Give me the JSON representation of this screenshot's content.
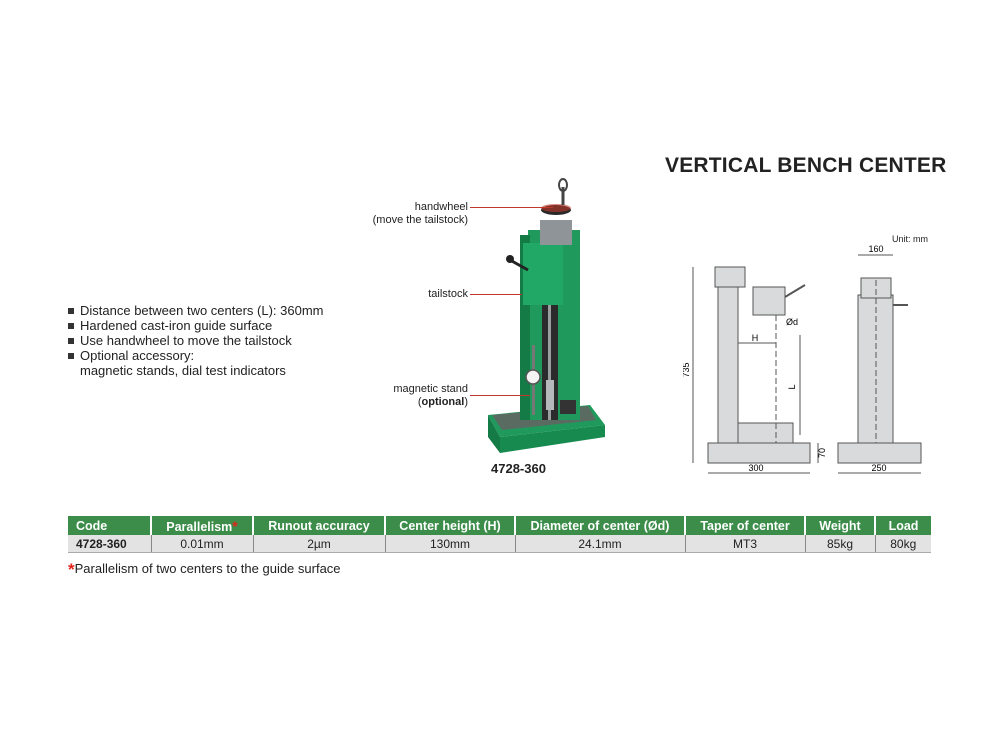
{
  "title": "VERTICAL BENCH CENTER",
  "features": [
    "Distance between two centers (L): 360mm",
    "Hardened cast-iron guide surface",
    "Use handwheel to move the tailstock",
    "Optional accessory:"
  ],
  "features_continuation": "magnetic stands, dial test indicators",
  "callouts": {
    "handwheel": "handwheel",
    "handwheel_note": "(move the tailstock)",
    "tailstock": "tailstock",
    "magnetic_stand": "magnetic stand",
    "optional_open": "(",
    "optional": "optional",
    "optional_close": ")"
  },
  "model_code": "4728-360",
  "drawing": {
    "unit": "Unit: mm",
    "dim_735": "735",
    "dim_300": "300",
    "dim_70": "70",
    "dim_160": "160",
    "dim_250": "250",
    "label_H": "H",
    "label_L": "L",
    "label_d": "Ød"
  },
  "table": {
    "headers": [
      "Code",
      "Parallelism",
      "Runout accuracy",
      "Center height (H)",
      "Diameter of center (Ød)",
      "Taper of center",
      "Weight",
      "Load"
    ],
    "star": "*",
    "rows": [
      [
        "4728-360",
        "0.01mm",
        "2µm",
        "130mm",
        "24.1mm",
        "MT3",
        "85kg",
        "80kg"
      ]
    ]
  },
  "footnote": {
    "star": "*",
    "text": "Parallelism of two centers to the guide surface"
  },
  "colors": {
    "machine_green": "#1f9a5c",
    "header_green": "#3c8d4a",
    "callout_red": "#c0392b"
  }
}
